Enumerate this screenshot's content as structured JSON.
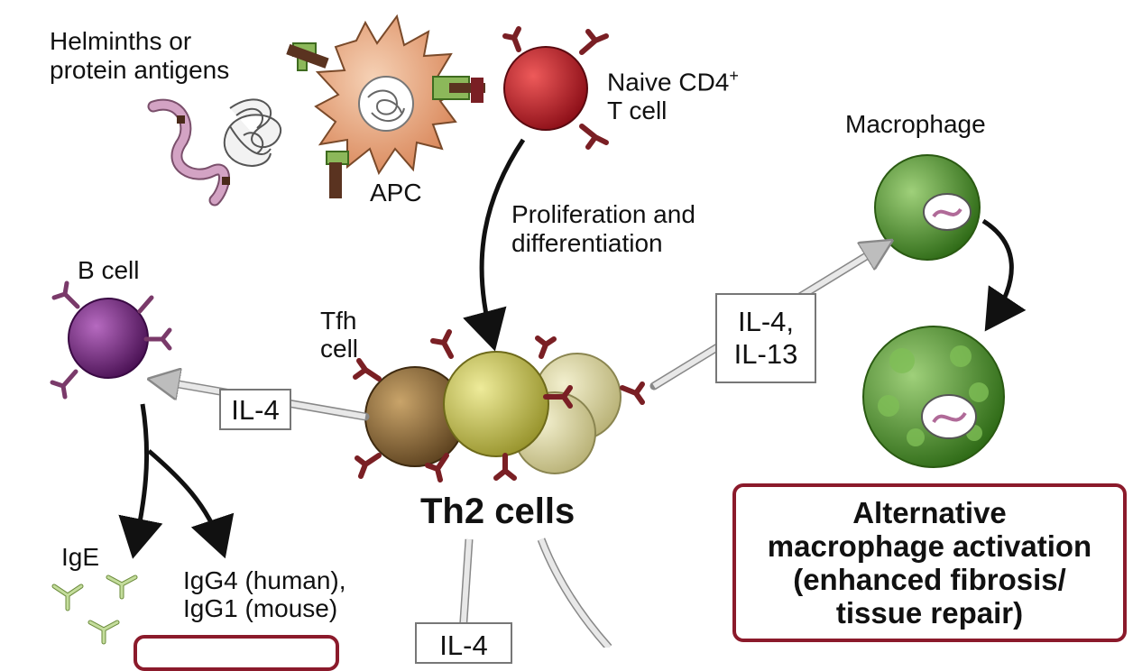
{
  "labels": {
    "helminths": [
      "Helminths or",
      "protein antigens"
    ],
    "apc": "APC",
    "naive_t": [
      "Naive CD4",
      "+",
      "T cell"
    ],
    "proliferation": [
      "Proliferation and",
      "differentiation"
    ],
    "macrophage": "Macrophage",
    "b_cell": "B cell",
    "tfh": [
      "Tfh",
      "cell"
    ],
    "th2": "Th2 cells",
    "ige": "IgE",
    "igg": [
      "IgG4 (human),",
      "IgG1 (mouse)"
    ]
  },
  "cytokines": {
    "to_b_cell": "IL-4",
    "to_macrophage": [
      "IL-4,",
      "IL-13"
    ],
    "bottom": "IL-4"
  },
  "outcomes": {
    "macrophage_activation": [
      "Alternative",
      "macrophage activation",
      "(enhanced fibrosis/",
      "tissue repair)"
    ]
  },
  "colors": {
    "apc": "#e7a77f",
    "naive_t": "#c81e2a",
    "th2_brown": "#8a6a3a",
    "th2_yellow": "#c9c552",
    "th2_pale": "#ddd7a3",
    "b_cell": "#7a2a82",
    "macrophage": "#4f9a2e",
    "receptor": "#7a1f24",
    "mhc": "#6a9a3a",
    "outcome_border": "#8b1a2b",
    "worm": "#c98fb0"
  }
}
